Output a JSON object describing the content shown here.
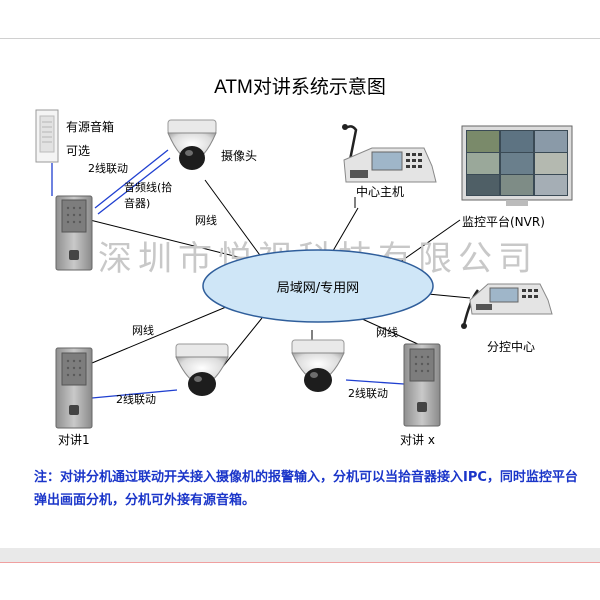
{
  "title": "ATM对讲系统示意图",
  "watermark": "深圳市悦视科技有限公司",
  "network": {
    "label": "局域网/专用网"
  },
  "devices": {
    "speaker_label": "有源音箱",
    "speaker_optional": "可选",
    "camera_label": "摄像头",
    "host_label": "中心主机",
    "nvr_label": "监控平台(NVR)",
    "branch_label": "分控中心",
    "intercom1_label": "对讲1",
    "intercomx_label": "对讲 x"
  },
  "links": {
    "two_wire": "2线联动",
    "audio_line_1": "音频线(拾",
    "audio_line_2": "音器)",
    "net_top": "网线",
    "net_left": "网线",
    "net_right": "网线",
    "two_wire_left": "2线联动",
    "two_wire_right": "2线联动"
  },
  "note": "注：对讲分机通过联动开关接入摄像机的报警输入，分机可以当拾音器接入IPC，同时监控平台弹出画面分机，分机可外接有源音箱。",
  "colors": {
    "link_blue": "#1f3fd0",
    "cloud_fill": "#cfe6f7",
    "cloud_stroke": "#2f5e9b",
    "note_blue": "#1a35c9"
  }
}
